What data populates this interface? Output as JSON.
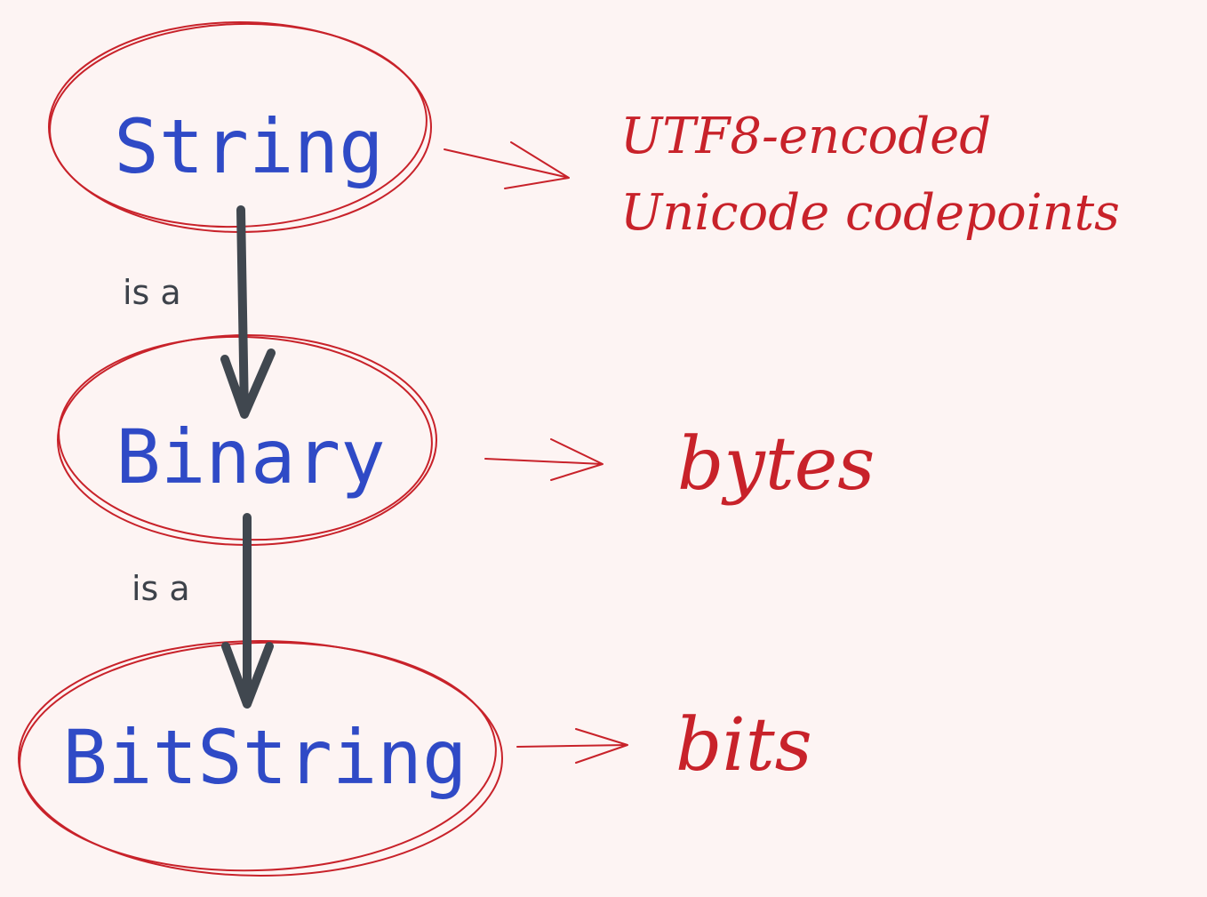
{
  "nodes": [
    {
      "id": "string",
      "label": "String"
    },
    {
      "id": "binary",
      "label": "Binary"
    },
    {
      "id": "bitstring",
      "label": "BitString"
    }
  ],
  "edges": [
    {
      "from": "string",
      "to": "binary",
      "label": "is a"
    },
    {
      "from": "binary",
      "to": "bitstring",
      "label": "is a"
    }
  ],
  "annotations": [
    {
      "node": "string",
      "lines": [
        "UTF8-encoded",
        "Unicode codepoints"
      ]
    },
    {
      "node": "binary",
      "lines": [
        "bytes"
      ]
    },
    {
      "node": "bitstring",
      "lines": [
        "bits"
      ]
    }
  ],
  "colors": {
    "background": "#fdf4f3",
    "type_label": "#2f4ac6",
    "annotation": "#c8222a",
    "arrow": "#40474f"
  }
}
